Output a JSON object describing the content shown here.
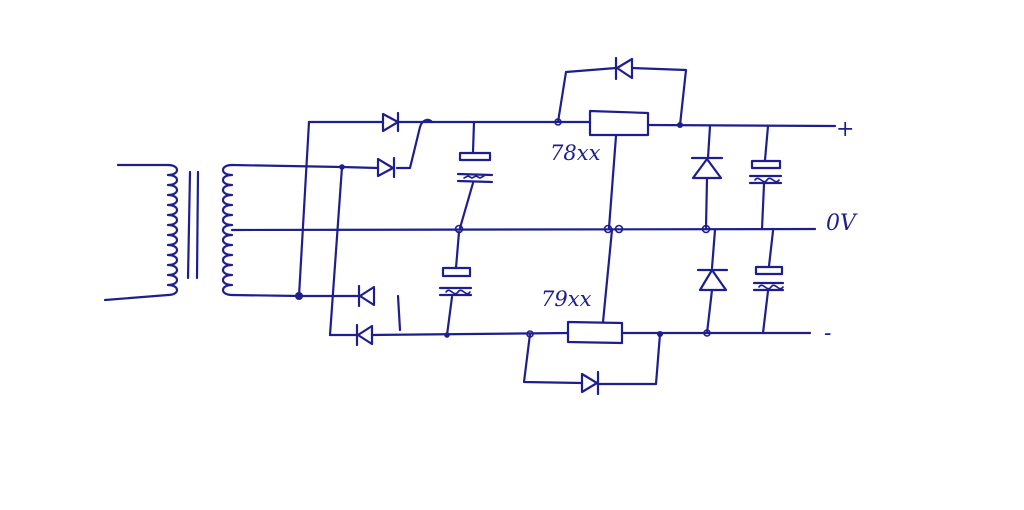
{
  "schematic": {
    "regulator_positive": "78xx",
    "regulator_negative": "79xx",
    "rail_positive": "+",
    "rail_zero": "0V",
    "rail_negative": "-"
  },
  "colors": {
    "ink": "#1e1e8c",
    "paper": "#ffffff"
  }
}
